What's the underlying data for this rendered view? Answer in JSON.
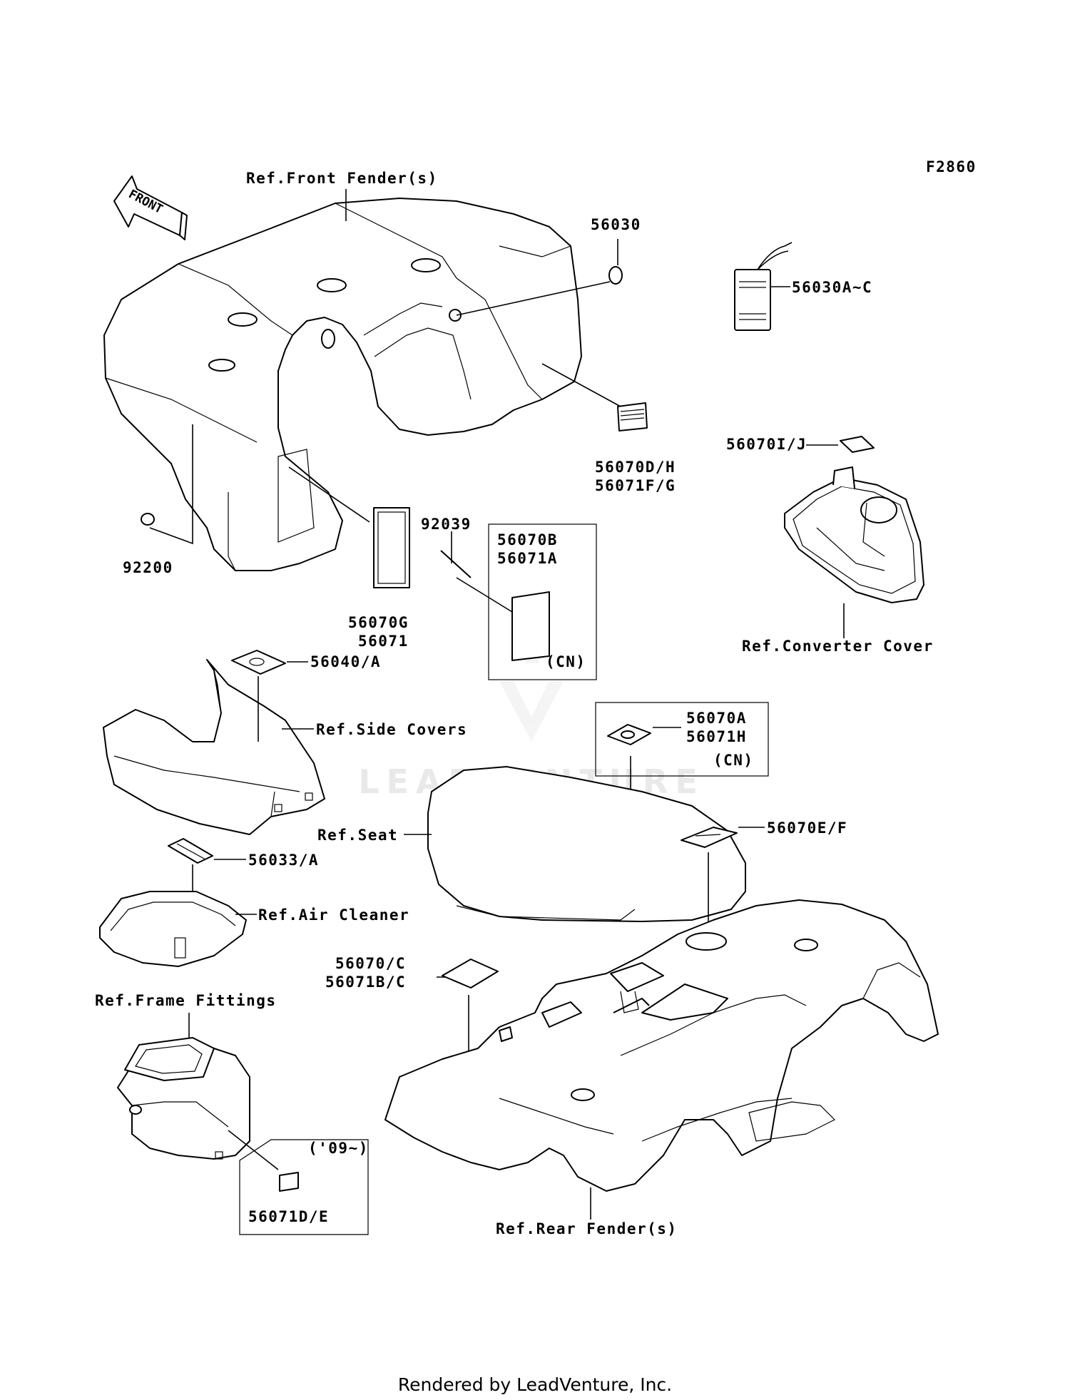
{
  "figure_code": "F2860",
  "front_label": "FRONT",
  "watermark": "LEADVENTURE",
  "footer": "Rendered by LeadVenture, Inc.",
  "labels": {
    "front_fender": "Ref.Front Fender(s)",
    "p56030": "56030",
    "p56030ac": "56030A~C",
    "p56070dh": "56070D/H",
    "p56071fg": "56071F/G",
    "p56070ij": "56070I/J",
    "converter_cover": "Ref.Converter Cover",
    "p92200": "92200",
    "p92039": "92039",
    "p56070g": "56070G",
    "p56071": "56071",
    "p56070b": "56070B",
    "p56071a": "56071A",
    "cn1": "(CN)",
    "p56040a": "56040/A",
    "side_covers": "Ref.Side Covers",
    "p56070a": "56070A",
    "p56071h": "56071H",
    "cn2": "(CN)",
    "seat": "Ref.Seat",
    "p56070ef": "56070E/F",
    "p56033a": "56033/A",
    "air_cleaner": "Ref.Air Cleaner",
    "frame_fittings": "Ref.Frame Fittings",
    "p56070c": "56070/C",
    "p56071bc": "56071B/C",
    "year09": "('09~)",
    "p56071de": "56071D/E",
    "rear_fender": "Ref.Rear Fender(s)"
  }
}
